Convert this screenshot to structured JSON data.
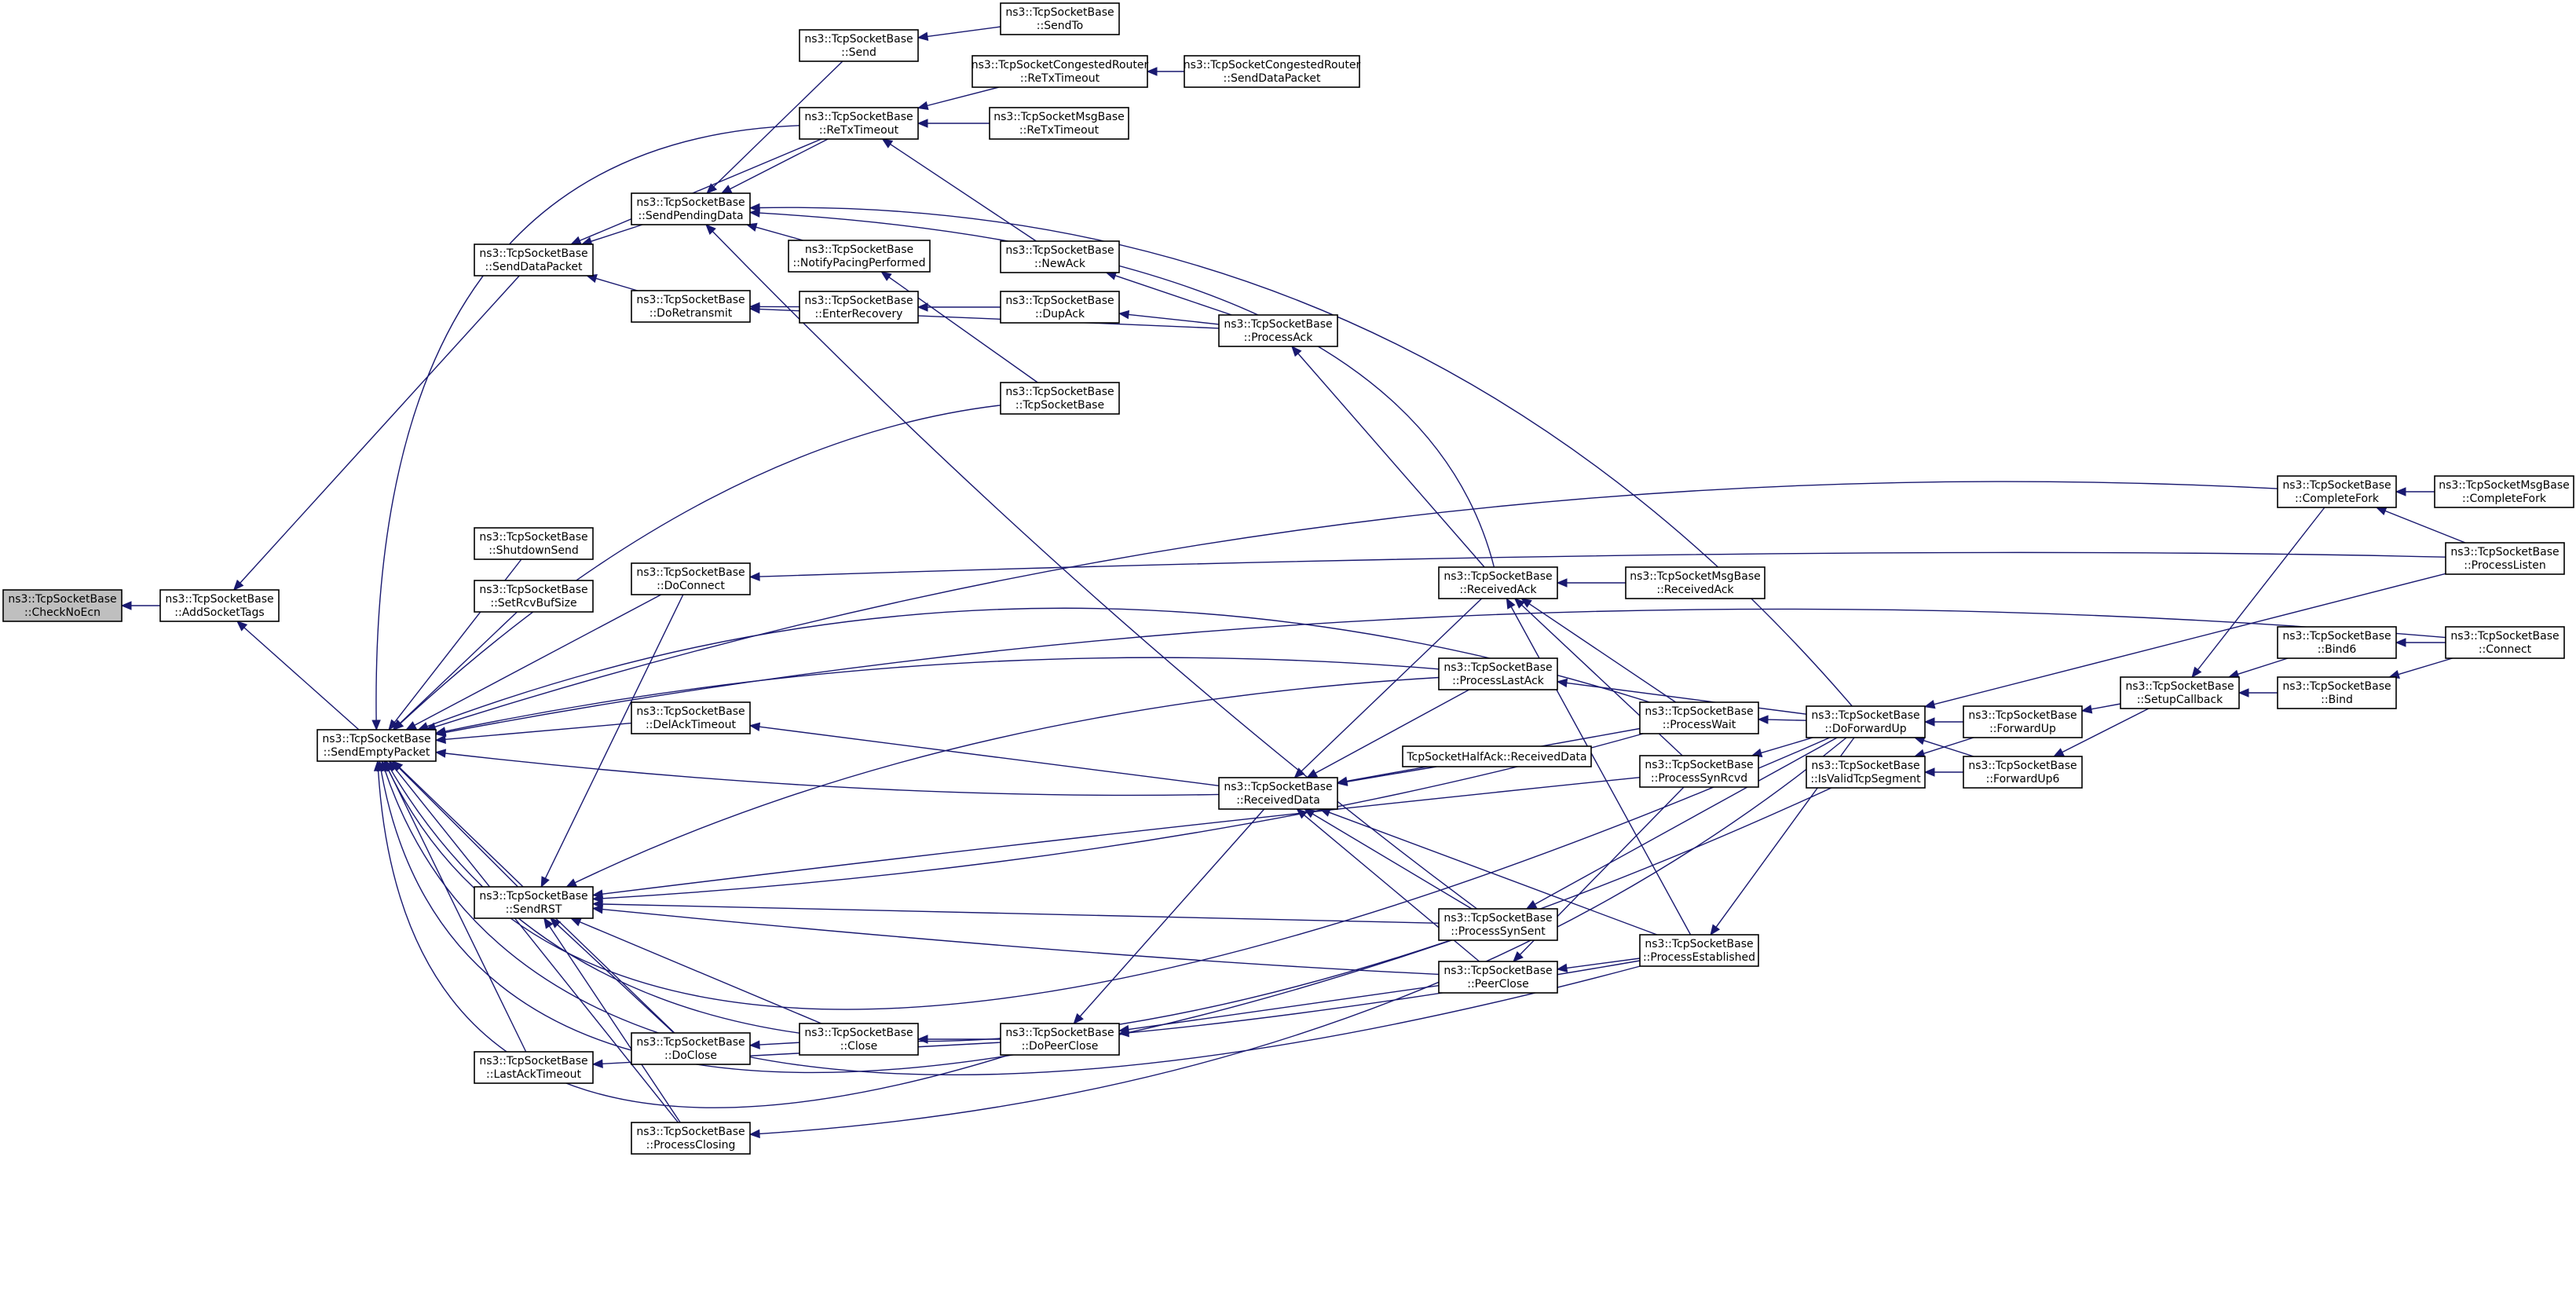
{
  "graph": {
    "nodes": [
      {
        "id": "checknoecn",
        "line1": "ns3::TcpSocketBase",
        "line2": "::CheckNoEcn",
        "highlight": true
      },
      {
        "id": "addsockettags",
        "line1": "ns3::TcpSocketBase",
        "line2": "::AddSocketTags"
      },
      {
        "id": "sendemptypacket",
        "line1": "ns3::TcpSocketBase",
        "line2": "::SendEmptyPacket"
      },
      {
        "id": "senddatapacket",
        "line1": "ns3::TcpSocketBase",
        "line2": "::SendDataPacket"
      },
      {
        "id": "shutdownsend",
        "line1": "ns3::TcpSocketBase",
        "line2": "::ShutdownSend"
      },
      {
        "id": "setrcvbufsize",
        "line1": "ns3::TcpSocketBase",
        "line2": "::SetRcvBufSize"
      },
      {
        "id": "sendrst",
        "line1": "ns3::TcpSocketBase",
        "line2": "::SendRST"
      },
      {
        "id": "lastacktimeout",
        "line1": "ns3::TcpSocketBase",
        "line2": "::LastAckTimeout"
      },
      {
        "id": "sendpendingdata",
        "line1": "ns3::TcpSocketBase",
        "line2": "::SendPendingData"
      },
      {
        "id": "doretransmit",
        "line1": "ns3::TcpSocketBase",
        "line2": "::DoRetransmit"
      },
      {
        "id": "doconnect",
        "line1": "ns3::TcpSocketBase",
        "line2": "::DoConnect"
      },
      {
        "id": "delacktimeout",
        "line1": "ns3::TcpSocketBase",
        "line2": "::DelAckTimeout"
      },
      {
        "id": "doclose",
        "line1": "ns3::TcpSocketBase",
        "line2": "::DoClose"
      },
      {
        "id": "processclosing",
        "line1": "ns3::TcpSocketBase",
        "line2": "::ProcessClosing"
      },
      {
        "id": "send",
        "line1": "ns3::TcpSocketBase",
        "line2": "::Send"
      },
      {
        "id": "retxtimeout",
        "line1": "ns3::TcpSocketBase",
        "line2": "::ReTxTimeout"
      },
      {
        "id": "notifypacing",
        "line1": "ns3::TcpSocketBase",
        "line2": "::NotifyPacingPerformed"
      },
      {
        "id": "enterrecovery",
        "line1": "ns3::TcpSocketBase",
        "line2": "::EnterRecovery"
      },
      {
        "id": "close",
        "line1": "ns3::TcpSocketBase",
        "line2": "::Close"
      },
      {
        "id": "sendto",
        "line1": "ns3::TcpSocketBase",
        "line2": "::SendTo"
      },
      {
        "id": "cong_retx",
        "line1": "ns3::TcpSocketCongestedRouter",
        "line2": "::ReTxTimeout"
      },
      {
        "id": "msg_retx",
        "line1": "ns3::TcpSocketMsgBase",
        "line2": "::ReTxTimeout"
      },
      {
        "id": "newack",
        "line1": "ns3::TcpSocketBase",
        "line2": "::NewAck"
      },
      {
        "id": "dupack",
        "line1": "ns3::TcpSocketBase",
        "line2": "::DupAck"
      },
      {
        "id": "ctor",
        "line1": "ns3::TcpSocketBase",
        "line2": "::TcpSocketBase"
      },
      {
        "id": "dopeerclose",
        "line1": "ns3::TcpSocketBase",
        "line2": "::DoPeerClose"
      },
      {
        "id": "cong_senddata",
        "line1": "ns3::TcpSocketCongestedRouter",
        "line2": "::SendDataPacket"
      },
      {
        "id": "processack",
        "line1": "ns3::TcpSocketBase",
        "line2": "::ProcessAck"
      },
      {
        "id": "receiveddata",
        "line1": "ns3::TcpSocketBase",
        "line2": "::ReceivedData"
      },
      {
        "id": "receivedack",
        "line1": "ns3::TcpSocketBase",
        "line2": "::ReceivedAck"
      },
      {
        "id": "processlastack",
        "line1": "ns3::TcpSocketBase",
        "line2": "::ProcessLastAck"
      },
      {
        "id": "processsynsent",
        "line1": "ns3::TcpSocketBase",
        "line2": "::ProcessSynSent"
      },
      {
        "id": "peerclose",
        "line1": "ns3::TcpSocketBase",
        "line2": "::PeerClose"
      },
      {
        "id": "halfack",
        "line1": "TcpSocketHalfAck::ReceivedData",
        "line2": ""
      },
      {
        "id": "msg_receivedack",
        "line1": "ns3::TcpSocketMsgBase",
        "line2": "::ReceivedAck"
      },
      {
        "id": "processwait",
        "line1": "ns3::TcpSocketBase",
        "line2": "::ProcessWait"
      },
      {
        "id": "processsynrcvd",
        "line1": "ns3::TcpSocketBase",
        "line2": "::ProcessSynRcvd"
      },
      {
        "id": "processestablished",
        "line1": "ns3::TcpSocketBase",
        "line2": "::ProcessEstablished"
      },
      {
        "id": "doforwardup",
        "line1": "ns3::TcpSocketBase",
        "line2": "::DoForwardUp"
      },
      {
        "id": "isvalidtcpsegment",
        "line1": "ns3::TcpSocketBase",
        "line2": "::IsValidTcpSegment"
      },
      {
        "id": "forwardup",
        "line1": "ns3::TcpSocketBase",
        "line2": "::ForwardUp"
      },
      {
        "id": "forwardup6",
        "line1": "ns3::TcpSocketBase",
        "line2": "::ForwardUp6"
      },
      {
        "id": "setupcallback",
        "line1": "ns3::TcpSocketBase",
        "line2": "::SetupCallback"
      },
      {
        "id": "completefork",
        "line1": "ns3::TcpSocketBase",
        "line2": "::CompleteFork"
      },
      {
        "id": "msg_completefork",
        "line1": "ns3::TcpSocketMsgBase",
        "line2": "::CompleteFork"
      },
      {
        "id": "processlisten",
        "line1": "ns3::TcpSocketBase",
        "line2": "::ProcessListen"
      },
      {
        "id": "bind6",
        "line1": "ns3::TcpSocketBase",
        "line2": "::Bind6"
      },
      {
        "id": "bind",
        "line1": "ns3::TcpSocketBase",
        "line2": "::Bind"
      },
      {
        "id": "connect",
        "line1": "ns3::TcpSocketBase",
        "line2": "::Connect"
      }
    ]
  }
}
